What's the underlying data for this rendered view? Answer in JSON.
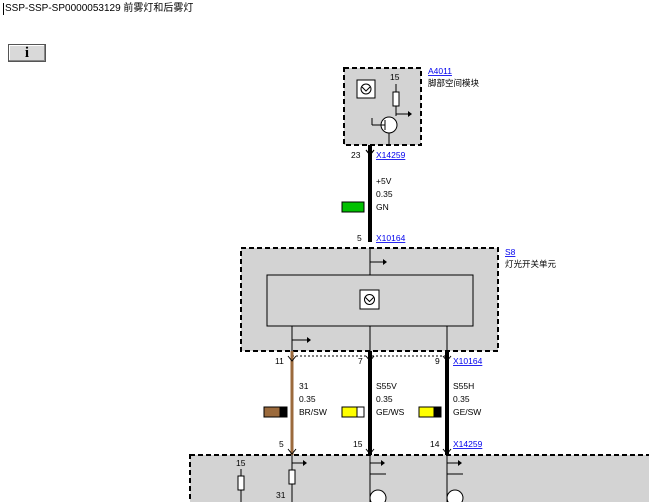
{
  "title": "SSP-SSP-SP0000053129 前雾灯和后雾灯",
  "info_button": "i",
  "components": {
    "a4011": {
      "id": "A4011",
      "name": "脚部空间模块",
      "pin": "15"
    },
    "s8": {
      "id": "S8",
      "name": "灯光开关单元"
    }
  },
  "connectors": {
    "x14259_top": {
      "id": "X14259",
      "pin": "23"
    },
    "x10164_top": {
      "id": "X10164",
      "pin": "5"
    },
    "x10164_bottom": {
      "id": "X10164",
      "pins": [
        "11",
        "7",
        "9"
      ]
    },
    "x14259_bottom": {
      "id": "X14259",
      "pins": [
        "5",
        "15",
        "14"
      ]
    }
  },
  "wires": {
    "w1": {
      "signal": "+5V",
      "size": "0.35",
      "color_code": "GN",
      "color": "#00c000"
    },
    "w2": {
      "signal": "31",
      "size": "0.35",
      "color_code": "BR/SW",
      "color": "#9b6a3c"
    },
    "w3": {
      "signal": "S55V",
      "size": "0.35",
      "color_code": "GE/WS",
      "color": "#ffff00"
    },
    "w4": {
      "signal": "S55H",
      "size": "0.35",
      "color_code": "GE/SW",
      "color": "#ffff00"
    }
  },
  "bottom_module": {
    "pins": [
      "15",
      "31"
    ]
  }
}
